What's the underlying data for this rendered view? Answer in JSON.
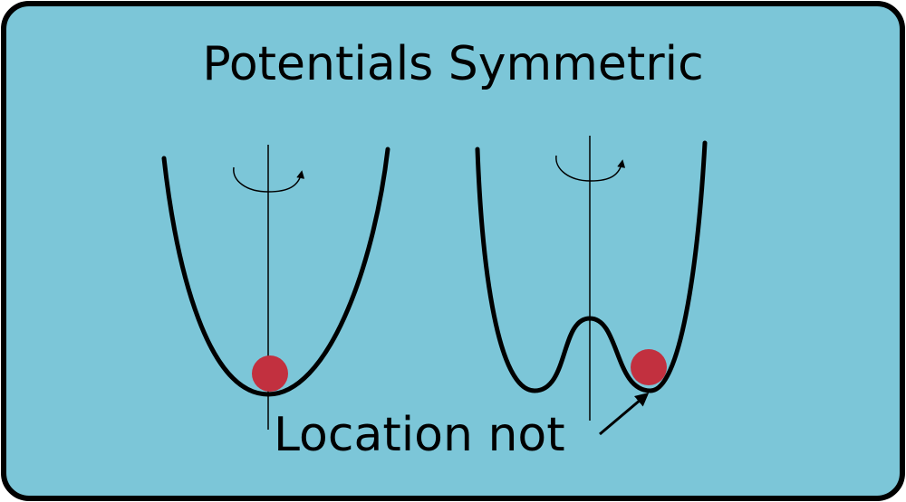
{
  "title": "Potentials Symmetric",
  "annotation": "Location not",
  "colors": {
    "panel_fill": "#7cc6d8",
    "panel_border": "#000000",
    "curve": "#000000",
    "ball": "#c2303f"
  },
  "diagrams": [
    {
      "kind": "single-well",
      "ball_position": "center-bottom"
    },
    {
      "kind": "double-well",
      "ball_position": "right-minimum"
    }
  ]
}
